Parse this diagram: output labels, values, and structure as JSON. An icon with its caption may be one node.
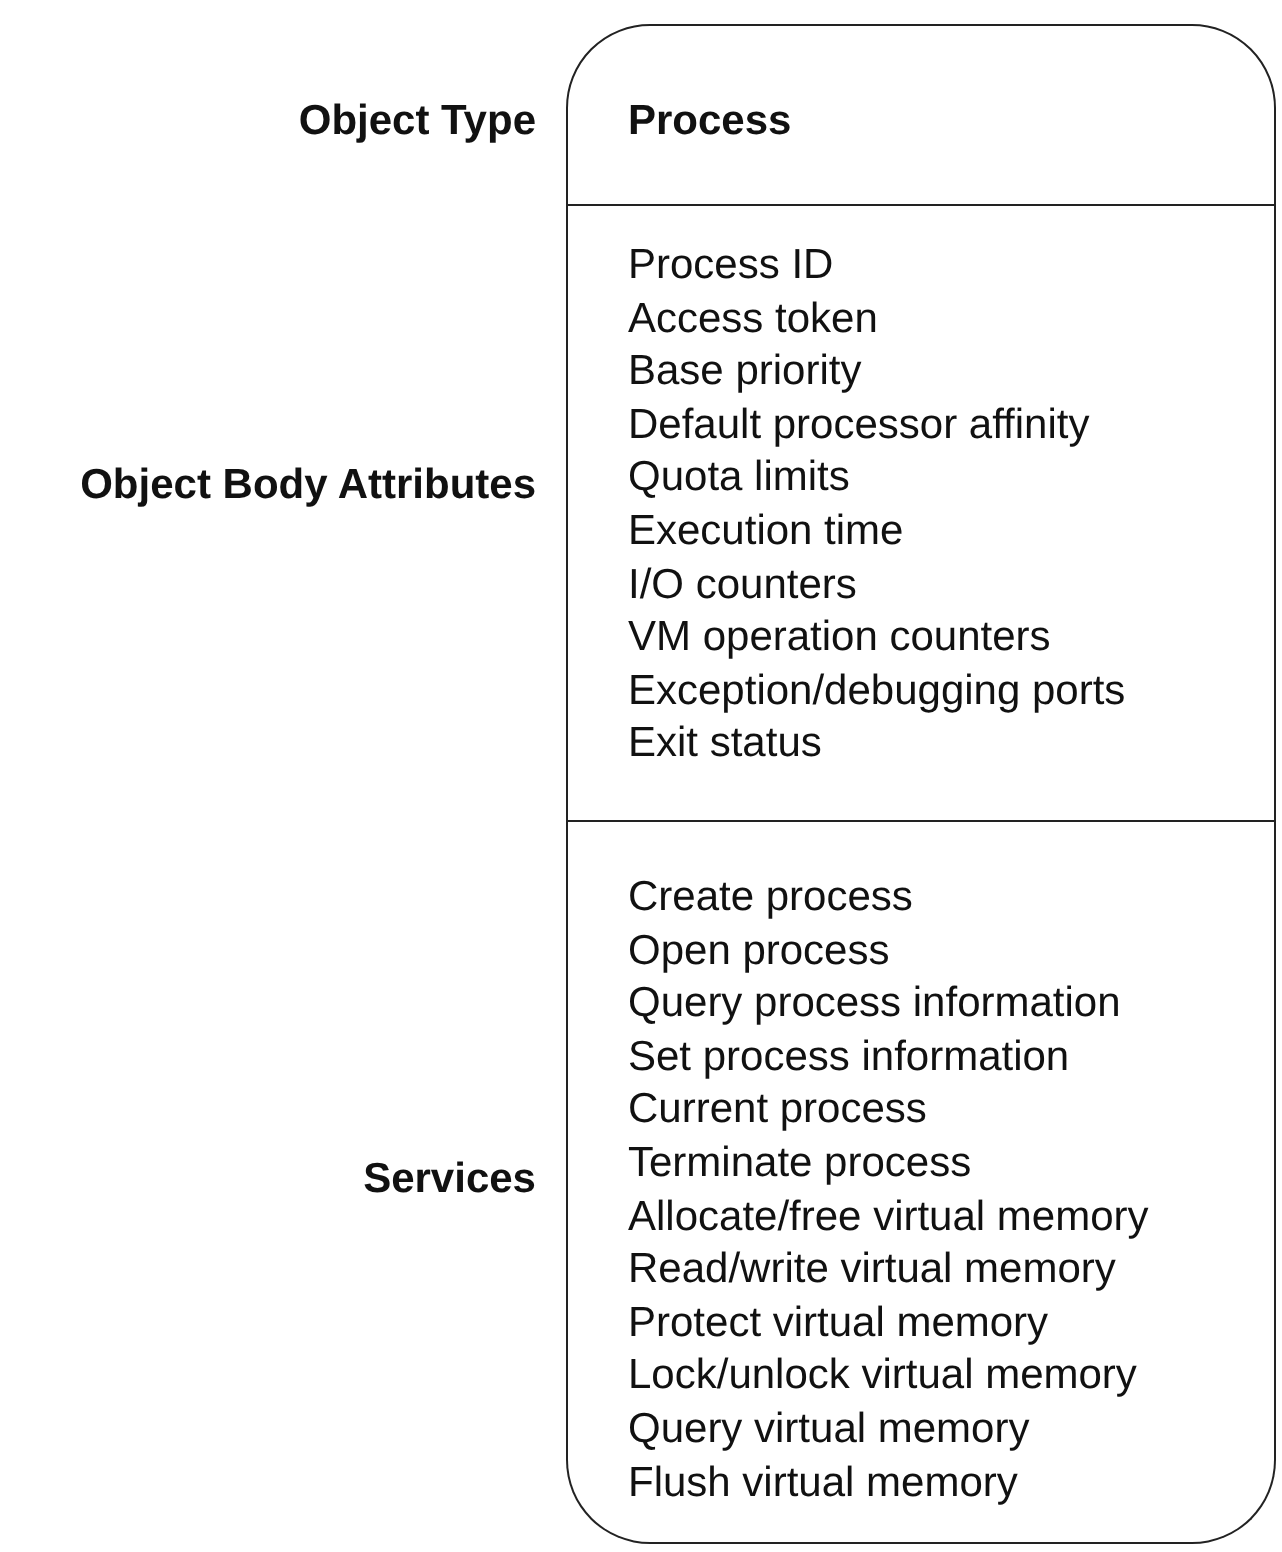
{
  "diagram": {
    "nodes": [
      {
        "text": [
          "Process"
        ],
        "beside": [
          "Object Type"
        ]
      },
      {
        "text": [
          "Process ID",
          "Access token",
          "Base priority",
          "Default processor affinity",
          "Quota limits",
          "Execution time",
          "I/O counters",
          "VM operation counters",
          "Exception/debugging ports",
          "Exit status"
        ],
        "beside": [
          "Object Body Attributes"
        ]
      },
      {
        "text": [
          "Create process",
          "Open process",
          "Query process information",
          "Set process information",
          "Current process",
          "Terminate process",
          "Allocate/free virtual memory",
          "Read/write virtual memory",
          "Protect virtual memory",
          "Lock/unlock virtual memory",
          "Query virtual memory",
          "Flush virtual memory"
        ],
        "beside": [
          "Services"
        ]
      }
    ]
  }
}
